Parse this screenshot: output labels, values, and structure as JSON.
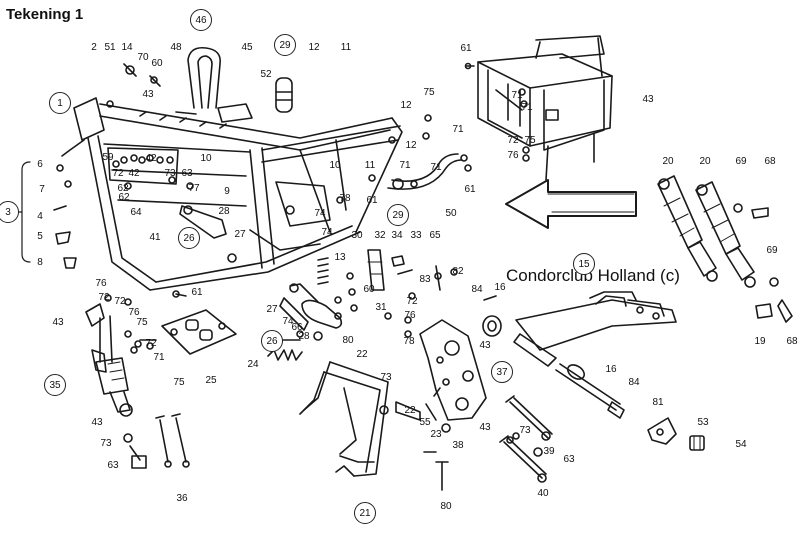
{
  "drawing_title": "Tekening 1",
  "watermark": "Condorclub Holland (c)",
  "arrow_direction": "left",
  "colors": {
    "ink": "#1a1a1a",
    "paper": "#ffffff"
  },
  "part_numbers": [
    "2",
    "51",
    "14",
    "70",
    "60",
    "48",
    "45",
    "12",
    "11",
    "43",
    "59",
    "72",
    "42",
    "10",
    "73",
    "63",
    "62",
    "77",
    "9",
    "64",
    "41",
    "28",
    "27",
    "6",
    "7",
    "4",
    "5",
    "8",
    "61",
    "13",
    "30",
    "32",
    "34",
    "33",
    "65",
    "83",
    "82",
    "84",
    "16",
    "20",
    "69",
    "68",
    "19",
    "76",
    "75",
    "71",
    "78",
    "74",
    "52",
    "50",
    "60",
    "66",
    "80",
    "22",
    "24",
    "25",
    "31",
    "35",
    "36",
    "38",
    "39",
    "40",
    "53",
    "54",
    "55",
    "23",
    "81",
    "3"
  ],
  "callouts": [
    "1",
    "46",
    "29",
    "26",
    "15",
    "37",
    "21",
    "35",
    "3"
  ]
}
